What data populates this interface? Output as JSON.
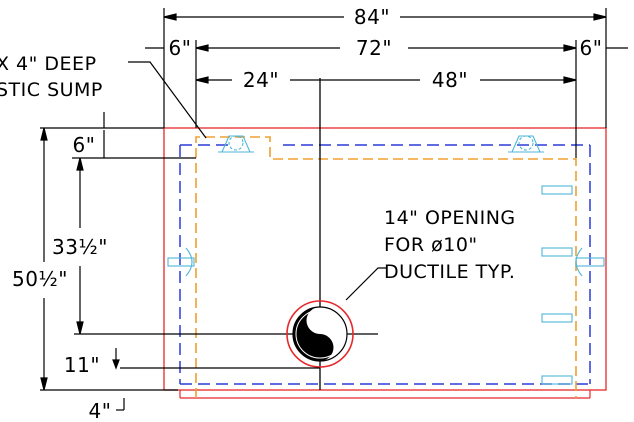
{
  "dimensions": {
    "overall_width": "84\"",
    "left_margin": "6\"",
    "inner_width": "72\"",
    "right_margin": "6\"",
    "left_to_center": "24\"",
    "center_to_right": "48\"",
    "top_offset": "6\"",
    "center_depth": "33½\"",
    "overall_depth": "50½\"",
    "lower_offset": "11\"",
    "bottom_offset": "4\""
  },
  "notes": {
    "sump_line1": "X 4\" DEEP",
    "sump_line2": "STIC SUMP",
    "opening_line1": "14\" OPENING",
    "opening_line2": "FOR ø10\"",
    "opening_line3": "DUCTILE TYP."
  },
  "colors": {
    "outline": "#e8282a",
    "liner": "#f0a030",
    "inner_outline": "#2a3bd8",
    "fittings": "#4fb6d8",
    "dimension": "#000000",
    "pipe_fill": "#000000"
  }
}
